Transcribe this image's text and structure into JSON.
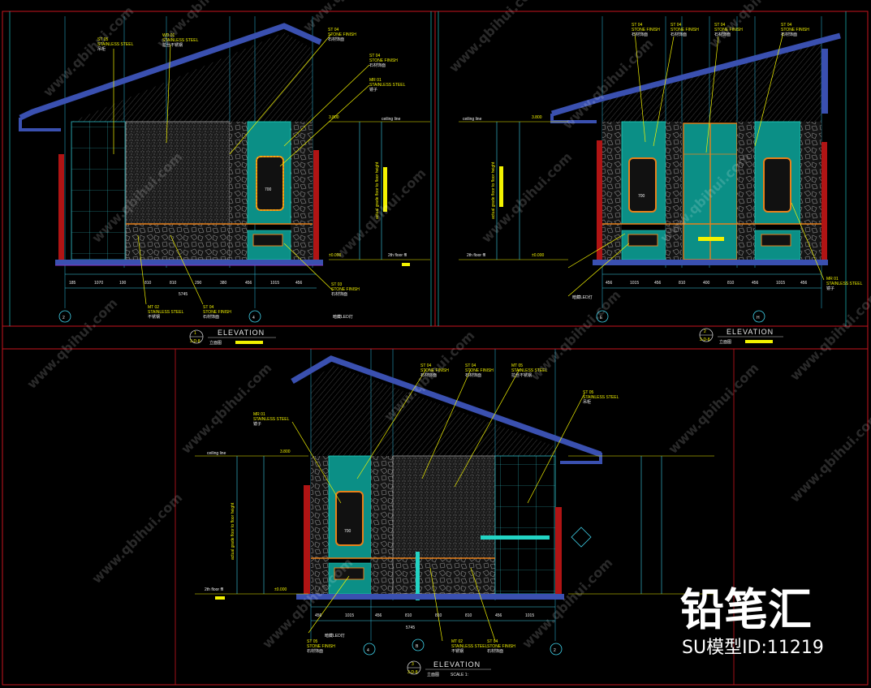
{
  "drawing": {
    "views": [
      {
        "title": "ELEVATION",
        "scale_label": "",
        "sheet_code": "3-D-8",
        "view_number": "1",
        "sub_title": "立面图",
        "grid_left": "2",
        "grid_right": "4",
        "ceiling_label": "ceiling line",
        "floor_label": "2th floor ffl",
        "level_top": "3.800",
        "level_bottom": "±0.000",
        "dims_bottom": [
          "185",
          "1070",
          "100",
          "810",
          "810",
          "290",
          "380",
          "456",
          "1015",
          "456"
        ],
        "dim_total": "5745",
        "window_dim": "700",
        "notes": [
          {
            "code": "ST 05",
            "name": "STAINLESS STEEL",
            "cn": "吊柜"
          },
          {
            "code": "WD 01",
            "name": "STAINLESS STEEL",
            "cn": "拉丝不锈钢"
          },
          {
            "code": "ST 04",
            "name": "STONE FINISH",
            "cn": "石材饰面"
          },
          {
            "code": "ST 04",
            "name": "STONE FINISH",
            "cn": "石材饰面"
          },
          {
            "code": "MR 01",
            "name": "STAINLESS STEEL",
            "cn": "镜子"
          },
          {
            "code": "MT 02",
            "name": "STAINLESS STEEL",
            "cn": "不锈钢"
          },
          {
            "code": "ST 04",
            "name": "STONE FINISH",
            "cn": "石材饰面"
          },
          {
            "code": "ST 03",
            "name": "STONE FINISH",
            "cn": "石材饰面"
          }
        ],
        "led_note": "暗藏LED灯"
      },
      {
        "title": "ELEVATION",
        "scale_label": "",
        "sheet_code": "3-D-8",
        "view_number": "2",
        "sub_title": "立面图",
        "grid_left": "E",
        "grid_right": "H",
        "ceiling_label": "ceiling line",
        "floor_label": "2th floor ffl",
        "level_top": "3.800",
        "level_bottom": "±0.000",
        "dims_bottom": [
          "456",
          "1015",
          "456",
          "810",
          "400",
          "810",
          "456",
          "1015",
          "456"
        ],
        "window_dim": "700",
        "notes": [
          {
            "code": "ST 04",
            "name": "STONE FINISH",
            "cn": "石材饰面"
          },
          {
            "code": "ST 04",
            "name": "STONE FINISH",
            "cn": "石材饰面"
          },
          {
            "code": "ST 04",
            "name": "STONE FINISH",
            "cn": "石材饰面"
          },
          {
            "code": "ST 04",
            "name": "STONE FINISH",
            "cn": "石材饰面"
          },
          {
            "code": "MR 01",
            "name": "STAINLESS STEEL",
            "cn": "镜子"
          }
        ],
        "led_note": "暗藏LED灯"
      },
      {
        "title": "ELEVATION",
        "scale_label": "SCALE 1:",
        "sheet_code": "3-D-8",
        "view_number": "3",
        "sub_title": "立面图",
        "grid_left": "4",
        "grid_right": "2",
        "grid_mid": "B",
        "ceiling_label": "ceiling line",
        "floor_label": "2th floor ffl",
        "level_top": "3.800",
        "level_bottom": "±0.000",
        "dims_bottom": [
          "456",
          "1015",
          "456",
          "810",
          "810",
          "810",
          "456",
          "1015"
        ],
        "dim_total": "5745",
        "window_dim": "700",
        "notes": [
          {
            "code": "MR 01",
            "name": "STAINLESS STEEL",
            "cn": "镜子"
          },
          {
            "code": "ST 04",
            "name": "STONE FINISH",
            "cn": "石材饰面"
          },
          {
            "code": "ST 04",
            "name": "STONE FINISH",
            "cn": "石材饰面"
          },
          {
            "code": "MT 05",
            "name": "STAINLESS STEEL",
            "cn": "拉丝不锈钢"
          },
          {
            "code": "ST 05",
            "name": "STAINLESS STEEL",
            "cn": "吊柜"
          },
          {
            "code": "MT 02",
            "name": "STAINLESS STEEL",
            "cn": "不锈钢"
          },
          {
            "code": "ST 04",
            "name": "STONE FINISH",
            "cn": "石材饰面"
          },
          {
            "code": "ST 05",
            "name": "STONE FINISH",
            "cn": "石材饰面"
          }
        ],
        "led_note": "暗藏LED灯"
      }
    ],
    "vertical_label": "actual grade floor to floor height"
  },
  "watermark": {
    "text": "www.qbihui.com",
    "brand_logo": "铅笔汇",
    "model_id": "SU模型ID:11219"
  },
  "colors": {
    "background": "#000000",
    "frame": "#c8141e",
    "teal": "#0b8f86",
    "teal_border": "#22d4c4",
    "roof": "#3a50b0",
    "annotation": "#f2f200",
    "dimension": "#3fd0e8",
    "orange": "#e8801a",
    "red_trim": "#d01818"
  }
}
